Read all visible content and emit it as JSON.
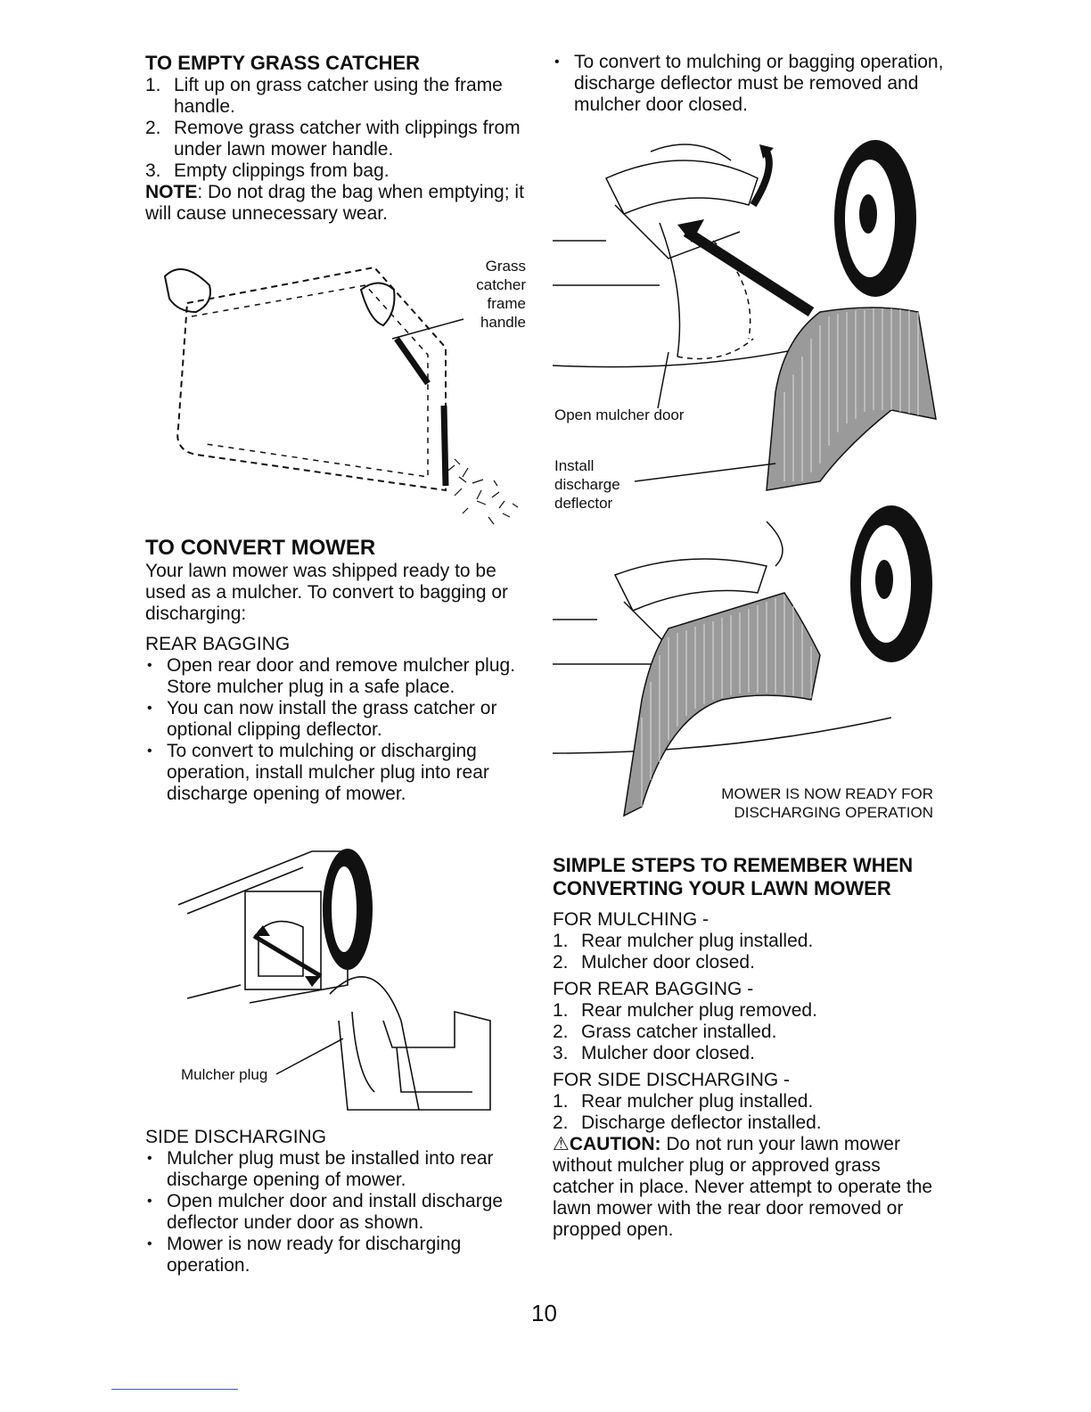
{
  "empty_section": {
    "title": "TO EMPTY GRASS CATCHER",
    "steps": [
      {
        "num": "1.",
        "text": "Lift up on grass catcher using the frame handle."
      },
      {
        "num": "2.",
        "text": "Remove grass catcher with clippings from under lawn mower handle."
      },
      {
        "num": "3.",
        "text": "Empty clippings from bag."
      }
    ],
    "note_label": "NOTE",
    "note_text": ": Do not drag the bag when emptying; it will cause unnecessary wear.",
    "figure_label": [
      "Grass",
      "catcher",
      "frame",
      "handle"
    ]
  },
  "convert_section": {
    "title": "TO CONVERT MOWER",
    "intro": "Your lawn mower was shipped ready to be used as a mulcher. To convert to bagging or discharging:",
    "rear_bagging_title": "REAR BAGGING",
    "rear_bagging_bullets": [
      "Open rear door and remove mulcher plug. Store mulcher plug in a safe place.",
      "You can now install the grass catcher or optional clipping deflector.",
      "To convert to mulching or discharging operation, install mulcher plug into rear discharge opening of mower."
    ],
    "mulcher_plug_label": "Mulcher plug",
    "side_discharging_title": "SIDE DISCHARGING",
    "side_discharging_bullets": [
      "Mulcher plug must be installed into rear discharge opening of mower.",
      "Open mulcher door and install discharge deflector under door as shown.",
      "Mower is now ready for discharging operation."
    ]
  },
  "right_column": {
    "top_bullet": "To convert to mulching or bagging operation, discharge deflector must be removed and mulcher door closed.",
    "open_mulcher_door_label": "Open mulcher door",
    "install_label": [
      "Install",
      "discharge",
      "deflector"
    ],
    "ready_label": [
      "MOWER IS NOW READY FOR",
      "DISCHARGING OPERATION"
    ]
  },
  "simple_steps": {
    "title_line1": "SIMPLE STEPS TO REMEMBER WHEN",
    "title_line2": "CONVERTING YOUR LAWN MOWER",
    "mulching_title": "FOR MULCHING -",
    "mulching_steps": [
      {
        "num": "1.",
        "text": "Rear mulcher plug installed."
      },
      {
        "num": "2.",
        "text": "Mulcher door closed."
      }
    ],
    "bagging_title": "FOR REAR BAGGING -",
    "bagging_steps": [
      {
        "num": "1.",
        "text": "Rear mulcher plug removed."
      },
      {
        "num": "2.",
        "text": "Grass catcher installed."
      },
      {
        "num": "3.",
        "text": "Mulcher door closed."
      }
    ],
    "side_title": "FOR SIDE DISCHARGING -",
    "side_steps": [
      {
        "num": "1.",
        "text": "Rear mulcher plug installed."
      },
      {
        "num": "2.",
        "text": "Discharge deflector installed."
      }
    ],
    "caution_label": "CAUTION:",
    "caution_text": "Do not run your lawn mower without mulcher plug or approved grass catcher in place. Never attempt to operate the lawn mower with the rear door removed or propped open."
  },
  "page_number": "10"
}
